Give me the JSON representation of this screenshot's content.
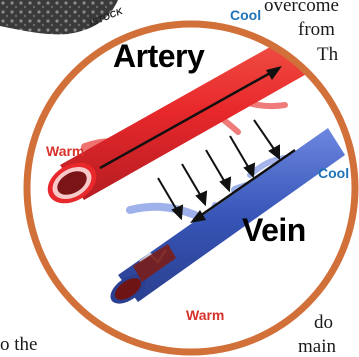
{
  "credit": "ISTOCK",
  "background_text": {
    "line1": "overcome",
    "line2": "from",
    "line3": "Th",
    "line4": "do",
    "line5": "main",
    "line6": "o the"
  },
  "labels": {
    "artery": "Artery",
    "vein": "Vein",
    "cool_top": "Cool",
    "cool_right": "Cool",
    "warm_left": "Warm",
    "warm_bottom": "Warm"
  },
  "colors": {
    "ring": "#d2703a",
    "artery": "#e8282b",
    "vein": "#3756b8",
    "cool_text": "#1f73b8",
    "warm_text": "#d6322b"
  }
}
